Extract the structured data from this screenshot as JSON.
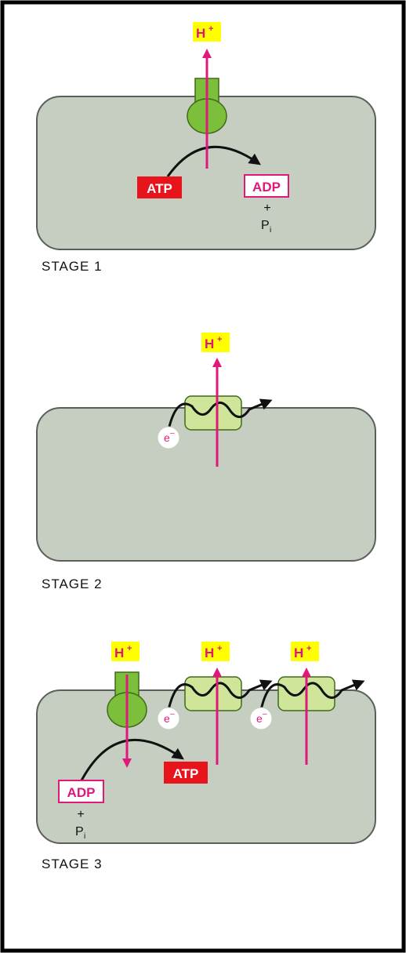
{
  "colors": {
    "frame": "#000000",
    "cell_fill": "#c6cdc1",
    "cell_stroke": "#5b5f5a",
    "pump_green": "#7cbf3a",
    "pump_stroke": "#3f6b1a",
    "carrier_fill": "#cfe59a",
    "proton_arrow": "#e0187a",
    "h_label_bg": "#ffff00",
    "atp_fill": "#e8141c",
    "adp_stroke": "#e0187a"
  },
  "labels": {
    "h_plus": "H",
    "h_plus_sup": "+",
    "atp": "ATP",
    "adp": "ADP",
    "plus": "+",
    "pi": "P",
    "pi_sub": "i",
    "electron": "e",
    "electron_sup": "–"
  },
  "stages": [
    {
      "label": "STAGE 1"
    },
    {
      "label": "STAGE 2"
    },
    {
      "label": "STAGE 3"
    }
  ]
}
